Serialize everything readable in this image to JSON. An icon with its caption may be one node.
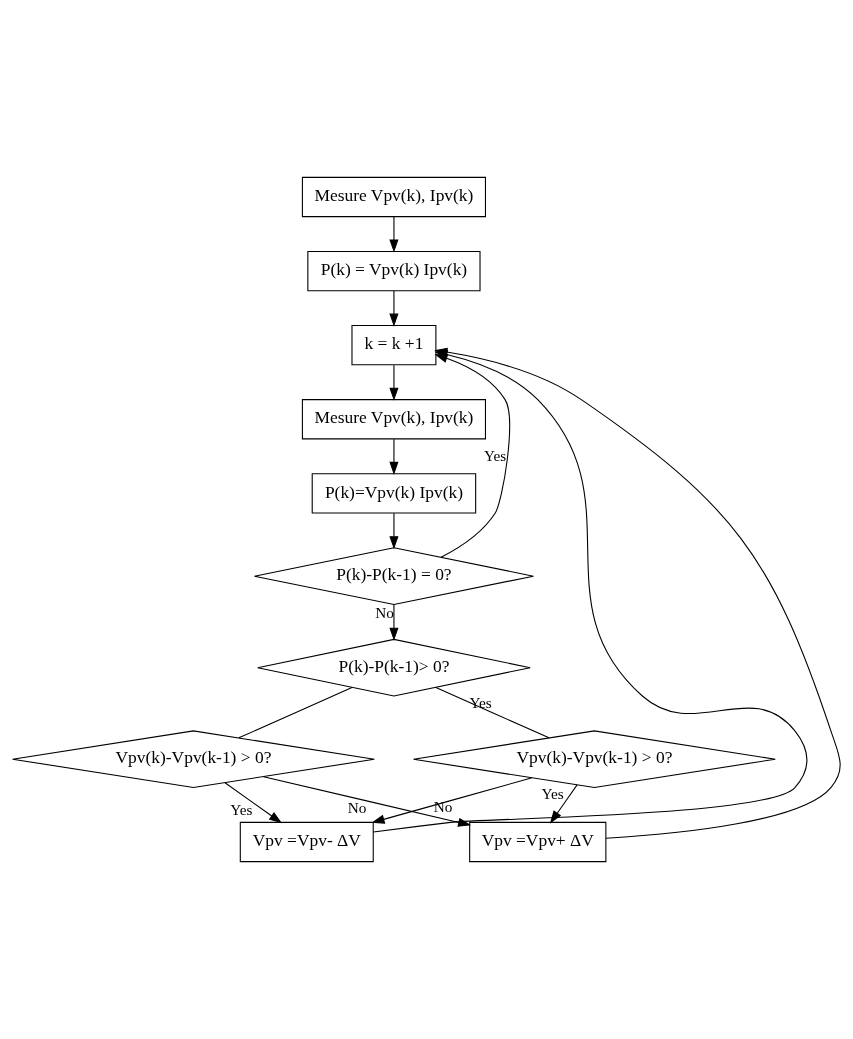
{
  "diagram": {
    "nodes": [
      {
        "text": [
          "Mesure Vpv(k), Ipv(k)"
        ]
      },
      {
        "text": [
          "P(k) = Vpv(k) Ipv(k)"
        ]
      },
      {
        "text": [
          "k = k +1"
        ]
      },
      {
        "text": [
          "Mesure Vpv(k), Ipv(k)"
        ]
      },
      {
        "text": [
          "P(k)=Vpv(k) Ipv(k)"
        ]
      },
      {
        "text": [
          "P(k)-P(k-1) = 0?"
        ]
      },
      {
        "text": [
          "P(k)-P(k-1)> 0?"
        ]
      },
      {
        "text": [
          "Vpv(k)-Vpv(k-1) > 0?"
        ]
      },
      {
        "text": [
          "Vpv(k)-Vpv(k-1) > 0?"
        ]
      },
      {
        "text": [
          "Vpv =Vpv- ΔV"
        ]
      },
      {
        "text": [
          "Vpv =Vpv+ ΔV"
        ]
      }
    ],
    "edges": [
      {
        "from": 0,
        "to": 1,
        "arrow": "to"
      },
      {
        "from": 1,
        "to": 2,
        "arrow": "to"
      },
      {
        "from": 2,
        "to": 3,
        "arrow": "to"
      },
      {
        "from": 3,
        "to": 4,
        "arrow": "to"
      },
      {
        "from": 4,
        "to": 5,
        "arrow": "to"
      },
      {
        "from": 5,
        "to": 6,
        "label": "No",
        "arrow": "to"
      },
      {
        "from": 5,
        "to": 2,
        "label": "Yes",
        "arrow": "to"
      },
      {
        "from": 6,
        "to": 7,
        "arrow": "none"
      },
      {
        "from": 6,
        "to": 8,
        "label": "Yes",
        "arrow": "none"
      },
      {
        "from": 7,
        "to": 9,
        "label": "Yes",
        "arrow": "to"
      },
      {
        "from": 7,
        "to": 10,
        "label": "No",
        "arrow": "to"
      },
      {
        "from": 8,
        "to": 9,
        "label": "No",
        "arrow": "to"
      },
      {
        "from": 8,
        "to": 10,
        "label": "Yes",
        "arrow": "to"
      },
      {
        "from": 9,
        "to": 2,
        "arrow": "to"
      },
      {
        "from": 10,
        "to": 2,
        "arrow": "to"
      }
    ]
  }
}
